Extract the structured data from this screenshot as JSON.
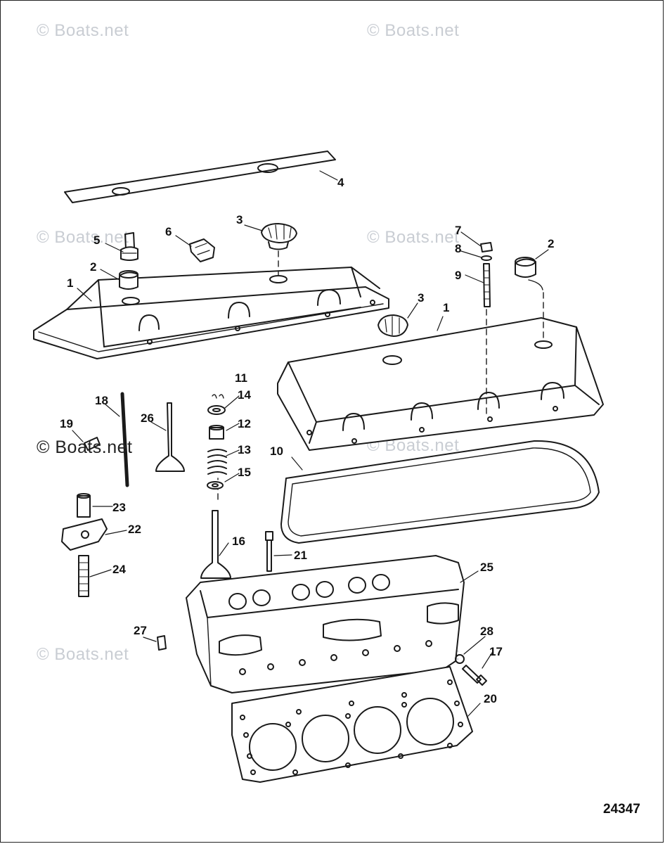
{
  "watermark": "© Boats.net",
  "diagram_number": "24347",
  "callouts": {
    "c1a": "1",
    "c1b": "1",
    "c2a": "2",
    "c2b": "2",
    "c3a": "3",
    "c3b": "3",
    "c4": "4",
    "c5": "5",
    "c6": "6",
    "c7": "7",
    "c8": "8",
    "c9": "9",
    "c10": "10",
    "c11": "11",
    "c12": "12",
    "c13": "13",
    "c14": "14",
    "c15": "15",
    "c16": "16",
    "c17": "17",
    "c18": "18",
    "c19": "19",
    "c20": "20",
    "c21": "21",
    "c22": "22",
    "c23": "23",
    "c24": "24",
    "c25": "25",
    "c26": "26",
    "c27": "27",
    "c28": "28"
  }
}
